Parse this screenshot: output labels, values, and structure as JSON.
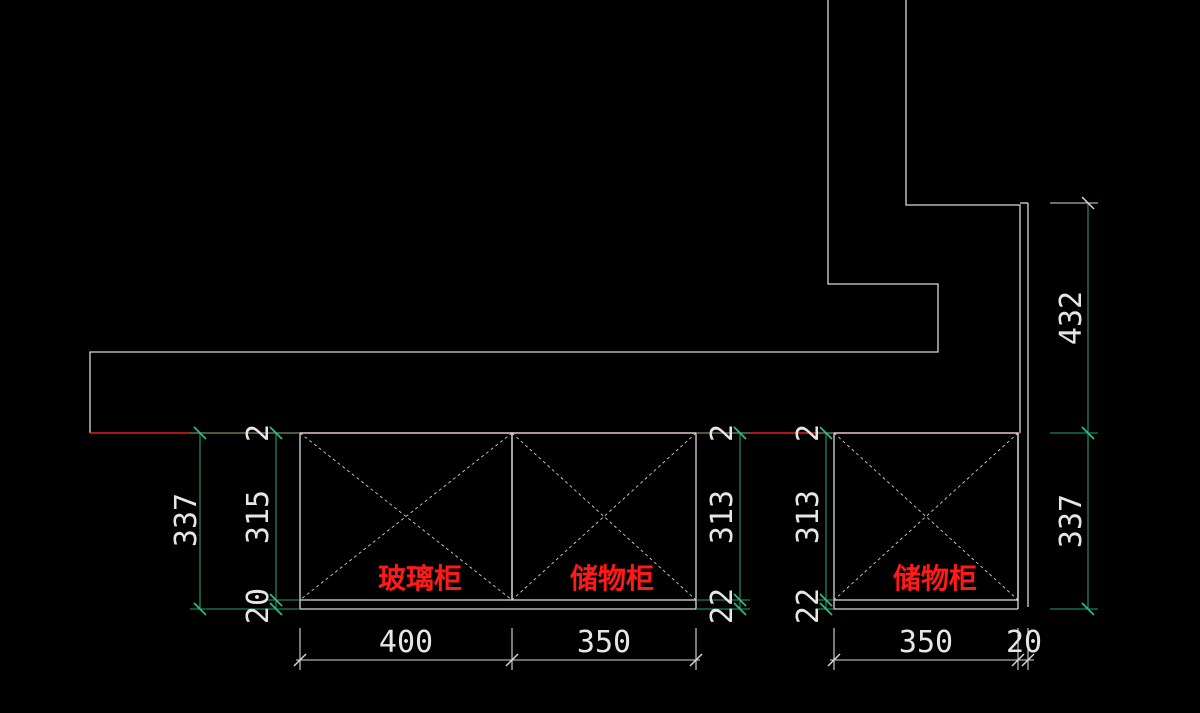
{
  "labels": {
    "glass_cabinet": "玻璃柜",
    "storage_cabinet_1": "储物柜",
    "storage_cabinet_2": "储物柜"
  },
  "dimensions": {
    "left_total_height": "337",
    "left_cabinet_height": "315",
    "left_top_gap": "2",
    "left_base_height": "20",
    "glass_width": "400",
    "storage1_width": "350",
    "mid_right_top_gap": "2",
    "mid_right_height": "313",
    "mid_right_base": "22",
    "mid_left_top_gap": "2",
    "mid_left_height": "313",
    "mid_left_base": "22",
    "storage2_width": "350",
    "end_panel_width": "20",
    "upper_wall_height": "432",
    "right_total_height": "337"
  },
  "colors": {
    "background": "#000000",
    "line": "#d9d9d9",
    "dimension_line": "#2d9a6e",
    "cabinet_label": "#ff1a1a",
    "counter_edge": "#e0201a"
  }
}
